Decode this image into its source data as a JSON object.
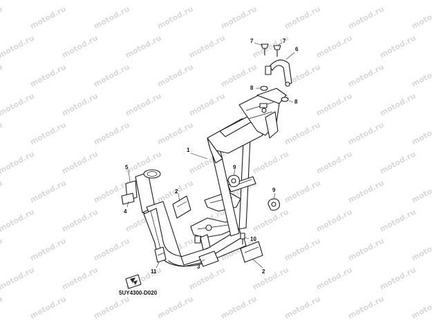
{
  "watermark": {
    "text": "motod.ru"
  },
  "callouts": {
    "c1": "1",
    "c2a": "2",
    "c2b": "2",
    "c3": "3",
    "c4": "4",
    "c5": "5",
    "c6": "6",
    "c7a": "7",
    "c7b": "7",
    "c8a": "8",
    "c8b": "8",
    "c9a": "9",
    "c9b": "9",
    "c10": "10",
    "c11": "11"
  },
  "diagram_code": "5UY4300-D020",
  "colors": {
    "line": "#1a1a1a",
    "watermark": "#d9d9d9",
    "background": "#ffffff"
  }
}
